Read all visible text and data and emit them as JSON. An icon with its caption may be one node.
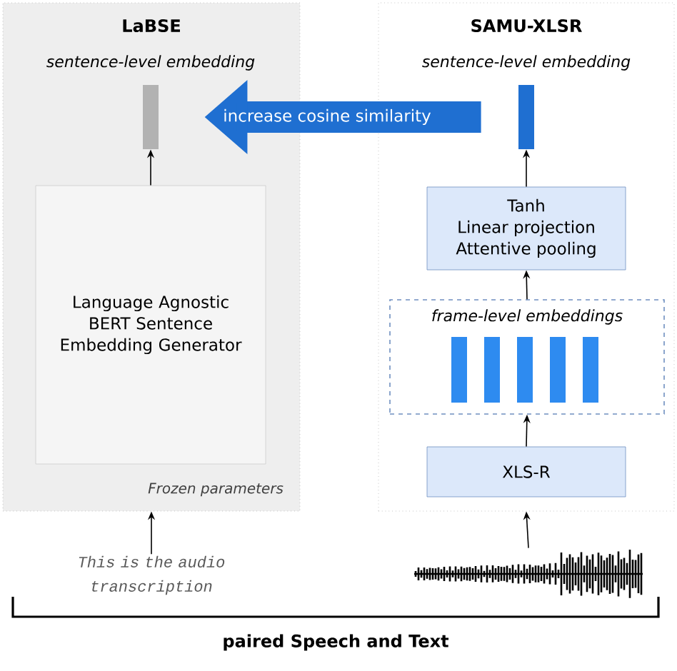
{
  "diagram": {
    "nodes": [
      {
        "text": [
          "LaBSE",
          "Frozen parameters"
        ]
      },
      {
        "text": [],
        "shape": "bar",
        "in": 0,
        "beside": [
          "sentence-level embedding"
        ]
      },
      {
        "text": [
          "Language Agnostic BERT Sentence Embedding Generator"
        ],
        "in": 0
      },
      {
        "text": [
          "SAMU-XLSR"
        ]
      },
      {
        "text": [],
        "shape": "bar",
        "in": 3,
        "beside": [
          "sentence-level embedding"
        ]
      },
      {
        "text": [
          "Tanh",
          "Linear projection",
          "Attentive pooling"
        ],
        "in": 3
      },
      {
        "text": [
          "frame-level embeddings"
        ],
        "in": 3
      },
      {
        "text": [
          "XLS-R"
        ],
        "in": 3
      },
      {
        "text": [
          "This is the audio transcription"
        ]
      },
      {
        "text": [],
        "shape": "picture"
      }
    ],
    "edges": [
      {
        "from": 2,
        "to": 1,
        "arrow": "to"
      },
      {
        "from": 8,
        "to": 0,
        "arrow": "to"
      },
      {
        "from": 5,
        "to": 4,
        "arrow": "to"
      },
      {
        "from": 6,
        "to": 5,
        "arrow": "to"
      },
      {
        "from": 7,
        "to": 6,
        "arrow": "to"
      },
      {
        "from": 9,
        "to": 3,
        "arrow": "to"
      },
      {
        "from": 4,
        "to": 1,
        "arrow": "to",
        "label": "increase cosine similarity",
        "style": "thick",
        "color": "#1f6fd1"
      }
    ],
    "labels": [
      "paired Speech and Text"
    ]
  }
}
